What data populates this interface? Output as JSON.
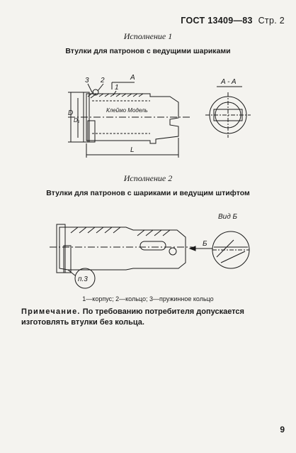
{
  "header": {
    "standard": "ГОСТ 13409—83",
    "page_label": "Стр. 2"
  },
  "section1": {
    "variant": "Исполнение 1",
    "title": "Втулки для патронов с ведущими шариками",
    "labels": {
      "n3": "3",
      "n2": "2",
      "n1": "1",
      "arrow": "A",
      "section": "A - A",
      "d": "D",
      "d1": "D₁",
      "mark": "Клеймо Модель",
      "l": "L"
    }
  },
  "section2": {
    "variant": "Исполнение 2",
    "title": "Втулки для патронов с шариками и ведущим штифтом",
    "labels": {
      "view": "Вид Б",
      "arrow": "Б",
      "ref": "п.3"
    }
  },
  "legend": "1—корпус; 2—кольцо; 3—пружинное кольцо",
  "note": {
    "lead": "Примечание.",
    "text": "По требованию потребителя допускается изготовлять втулки без кольца."
  },
  "page_number": "9"
}
